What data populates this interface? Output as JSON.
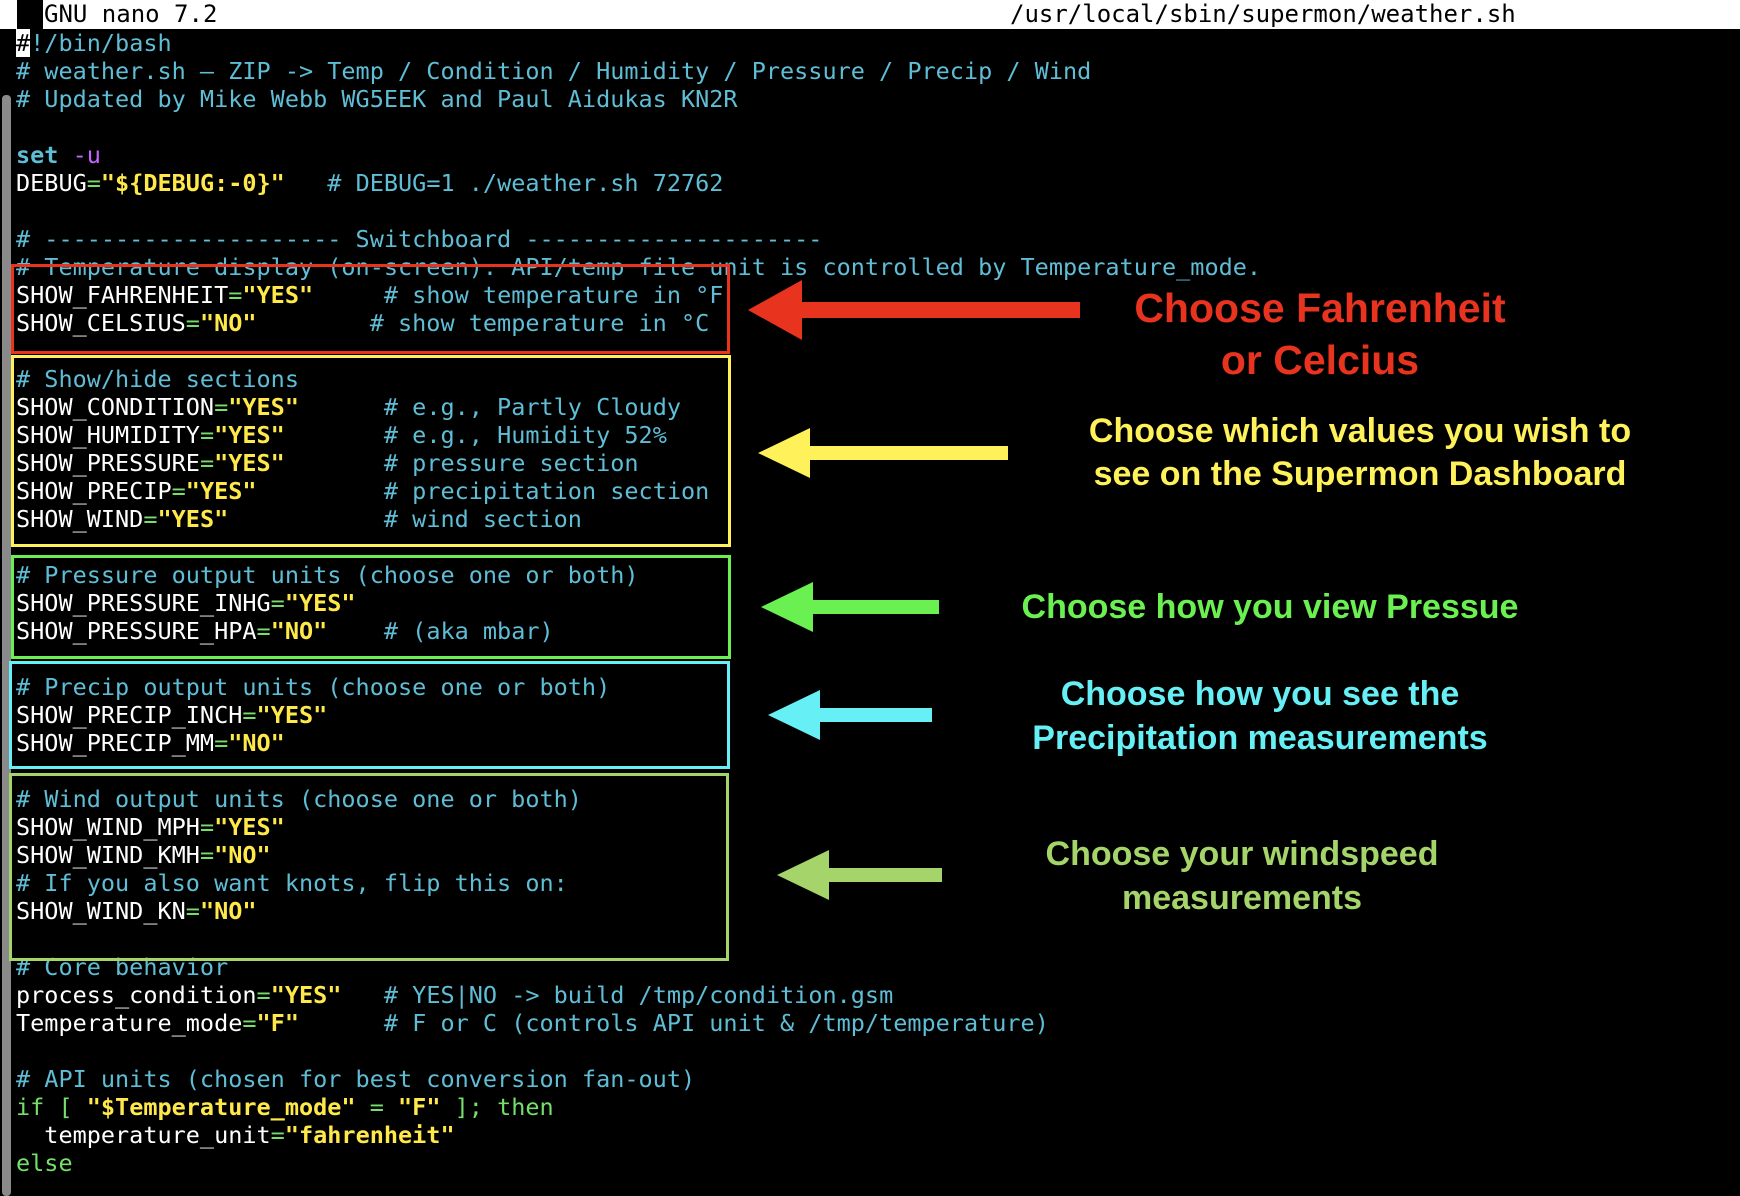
{
  "titlebar": {
    "app": "GNU nano 7.2",
    "path": "/usr/local/sbin/supermon/weather.sh"
  },
  "code": {
    "shebang_rest": "!/bin/bash",
    "shebang_hash": "#",
    "l1": "# weather.sh — ZIP -> Temp / Condition / Humidity / Pressure / Precip / Wind",
    "l2": "# Updated by Mike Webb WG5EEK and Paul Aidukas KN2R",
    "set_kw": "set",
    "set_flag": "-u",
    "debug_var": "DEBUG",
    "debug_val": "\"${DEBUG:-0}\"",
    "debug_cm": "   # DEBUG=1 ./weather.sh 72762",
    "switchboard": "# --------------------- Switchboard ---------------------",
    "temp_display": "# Temperature display (on-screen). API/temp file unit is controlled by Temperature_mode.",
    "f_var": "SHOW_FAHRENHEIT",
    "f_val": "\"YES\"",
    "f_cm": "     # show temperature in °F",
    "c_var": "SHOW_CELSIUS",
    "c_val": "\"NO\"",
    "c_cm": "        # show temperature in °C",
    "sections_cm": "# Show/hide sections",
    "cond_var": "SHOW_CONDITION",
    "cond_val": "\"YES\"",
    "cond_cm": "      # e.g., Partly Cloudy",
    "hum_var": "SHOW_HUMIDITY",
    "hum_val": "\"YES\"",
    "hum_cm": "       # e.g., Humidity 52%",
    "pres_var": "SHOW_PRESSURE",
    "pres_val": "\"YES\"",
    "pres_cm": "       # pressure section",
    "prec_var": "SHOW_PRECIP",
    "prec_val": "\"YES\"",
    "prec_cm": "         # precipitation section",
    "wind_var": "SHOW_WIND",
    "wind_val": "\"YES\"",
    "wind_cm": "           # wind section",
    "pres_units_cm": "# Pressure output units (choose one or both)",
    "inhg_var": "SHOW_PRESSURE_INHG",
    "inhg_val": "\"YES\"",
    "hpa_var": "SHOW_PRESSURE_HPA",
    "hpa_val": "\"NO\"",
    "hpa_cm": "    # (aka mbar)",
    "prec_units_cm": "# Precip output units (choose one or both)",
    "inch_var": "SHOW_PRECIP_INCH",
    "inch_val": "\"YES\"",
    "mm_var": "SHOW_PRECIP_MM",
    "mm_val": "\"NO\"",
    "wind_units_cm": "# Wind output units (choose one or both)",
    "mph_var": "SHOW_WIND_MPH",
    "mph_val": "\"YES\"",
    "kmh_var": "SHOW_WIND_KMH",
    "kmh_val": "\"NO\"",
    "knots_cm": "# If you also want knots, flip this on:",
    "kn_var": "SHOW_WIND_KN",
    "kn_val": "\"NO\"",
    "core_cm": "# Core behavior",
    "pc_var": "process_condition",
    "pc_val": "\"YES\"",
    "pc_cm": "   # YES|NO -> build /tmp/condition.gsm",
    "tm_var": "Temperature_mode",
    "tm_val": "\"F\"",
    "tm_cm": "      # F or C (controls API unit & /tmp/temperature)",
    "api_cm": "# API units (chosen for best conversion fan-out)",
    "if_kw": "if",
    "if_open": " [ ",
    "if_str1": "\"$Temperature_mode\"",
    "if_eq": " = ",
    "if_str2": "\"F\"",
    "if_close": " ]; ",
    "then_kw": "then",
    "tu_var": "  temperature_unit",
    "tu_val": "\"fahrenheit\"",
    "else_kw": "else",
    "eq": "="
  },
  "annotations": {
    "fahrenheit_l1": "Choose Fahrenheit",
    "fahrenheit_l2": "or Celcius",
    "values_l1": "Choose which values you wish to",
    "values_l2": "see on the Supermon Dashboard",
    "pressure": "Choose how you view Pressue",
    "precip_l1": "Choose how you see the",
    "precip_l2": "Precipitation measurements",
    "wind_l1": "Choose your windspeed",
    "wind_l2": "measurements"
  },
  "colors": {
    "red": "#e8331f",
    "yellow": "#fff159",
    "green": "#6bf052",
    "cyan": "#66f0f5",
    "olive": "#a4d46a"
  }
}
